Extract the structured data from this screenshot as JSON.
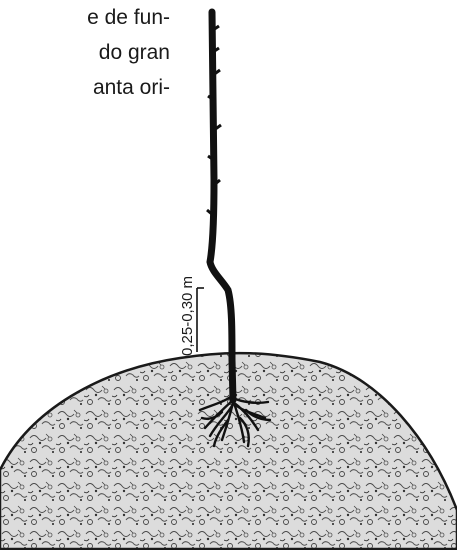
{
  "text_fragment": {
    "lines": [
      "e de fun-",
      "do gran",
      "anta ori-"
    ]
  },
  "diagram": {
    "dimension_label": "0,25-0,30 m"
  }
}
